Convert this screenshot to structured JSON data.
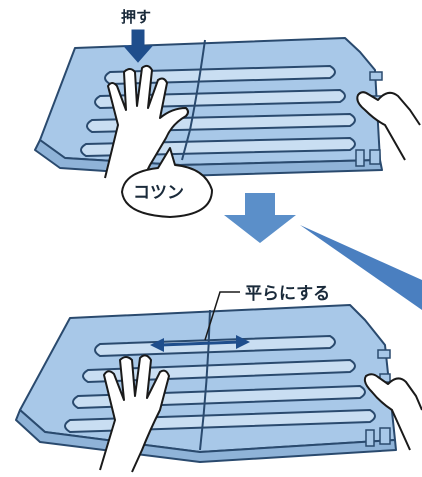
{
  "labels": {
    "push": "押す",
    "click_sound": "コツン",
    "flatten": "平らにする"
  },
  "colors": {
    "panel_fill": "#a8c8e8",
    "panel_top": "#b8d4ee",
    "panel_stroke": "#2a4a6e",
    "groove_fill": "#c9def2",
    "arrow_blue": "#5b8fc9",
    "beam_blue": "#4a7fc0",
    "push_arrow": "#1f4e8c",
    "double_arrow": "#1f4e8c",
    "hand_fill": "#ffffff",
    "hand_stroke": "#1a1a1a",
    "text_dark": "#1a2a3a"
  },
  "icons": {
    "push_arrow": "down-arrow-icon",
    "step_arrow": "down-arrow-icon",
    "flatten_arrow": "double-arrow-icon"
  }
}
